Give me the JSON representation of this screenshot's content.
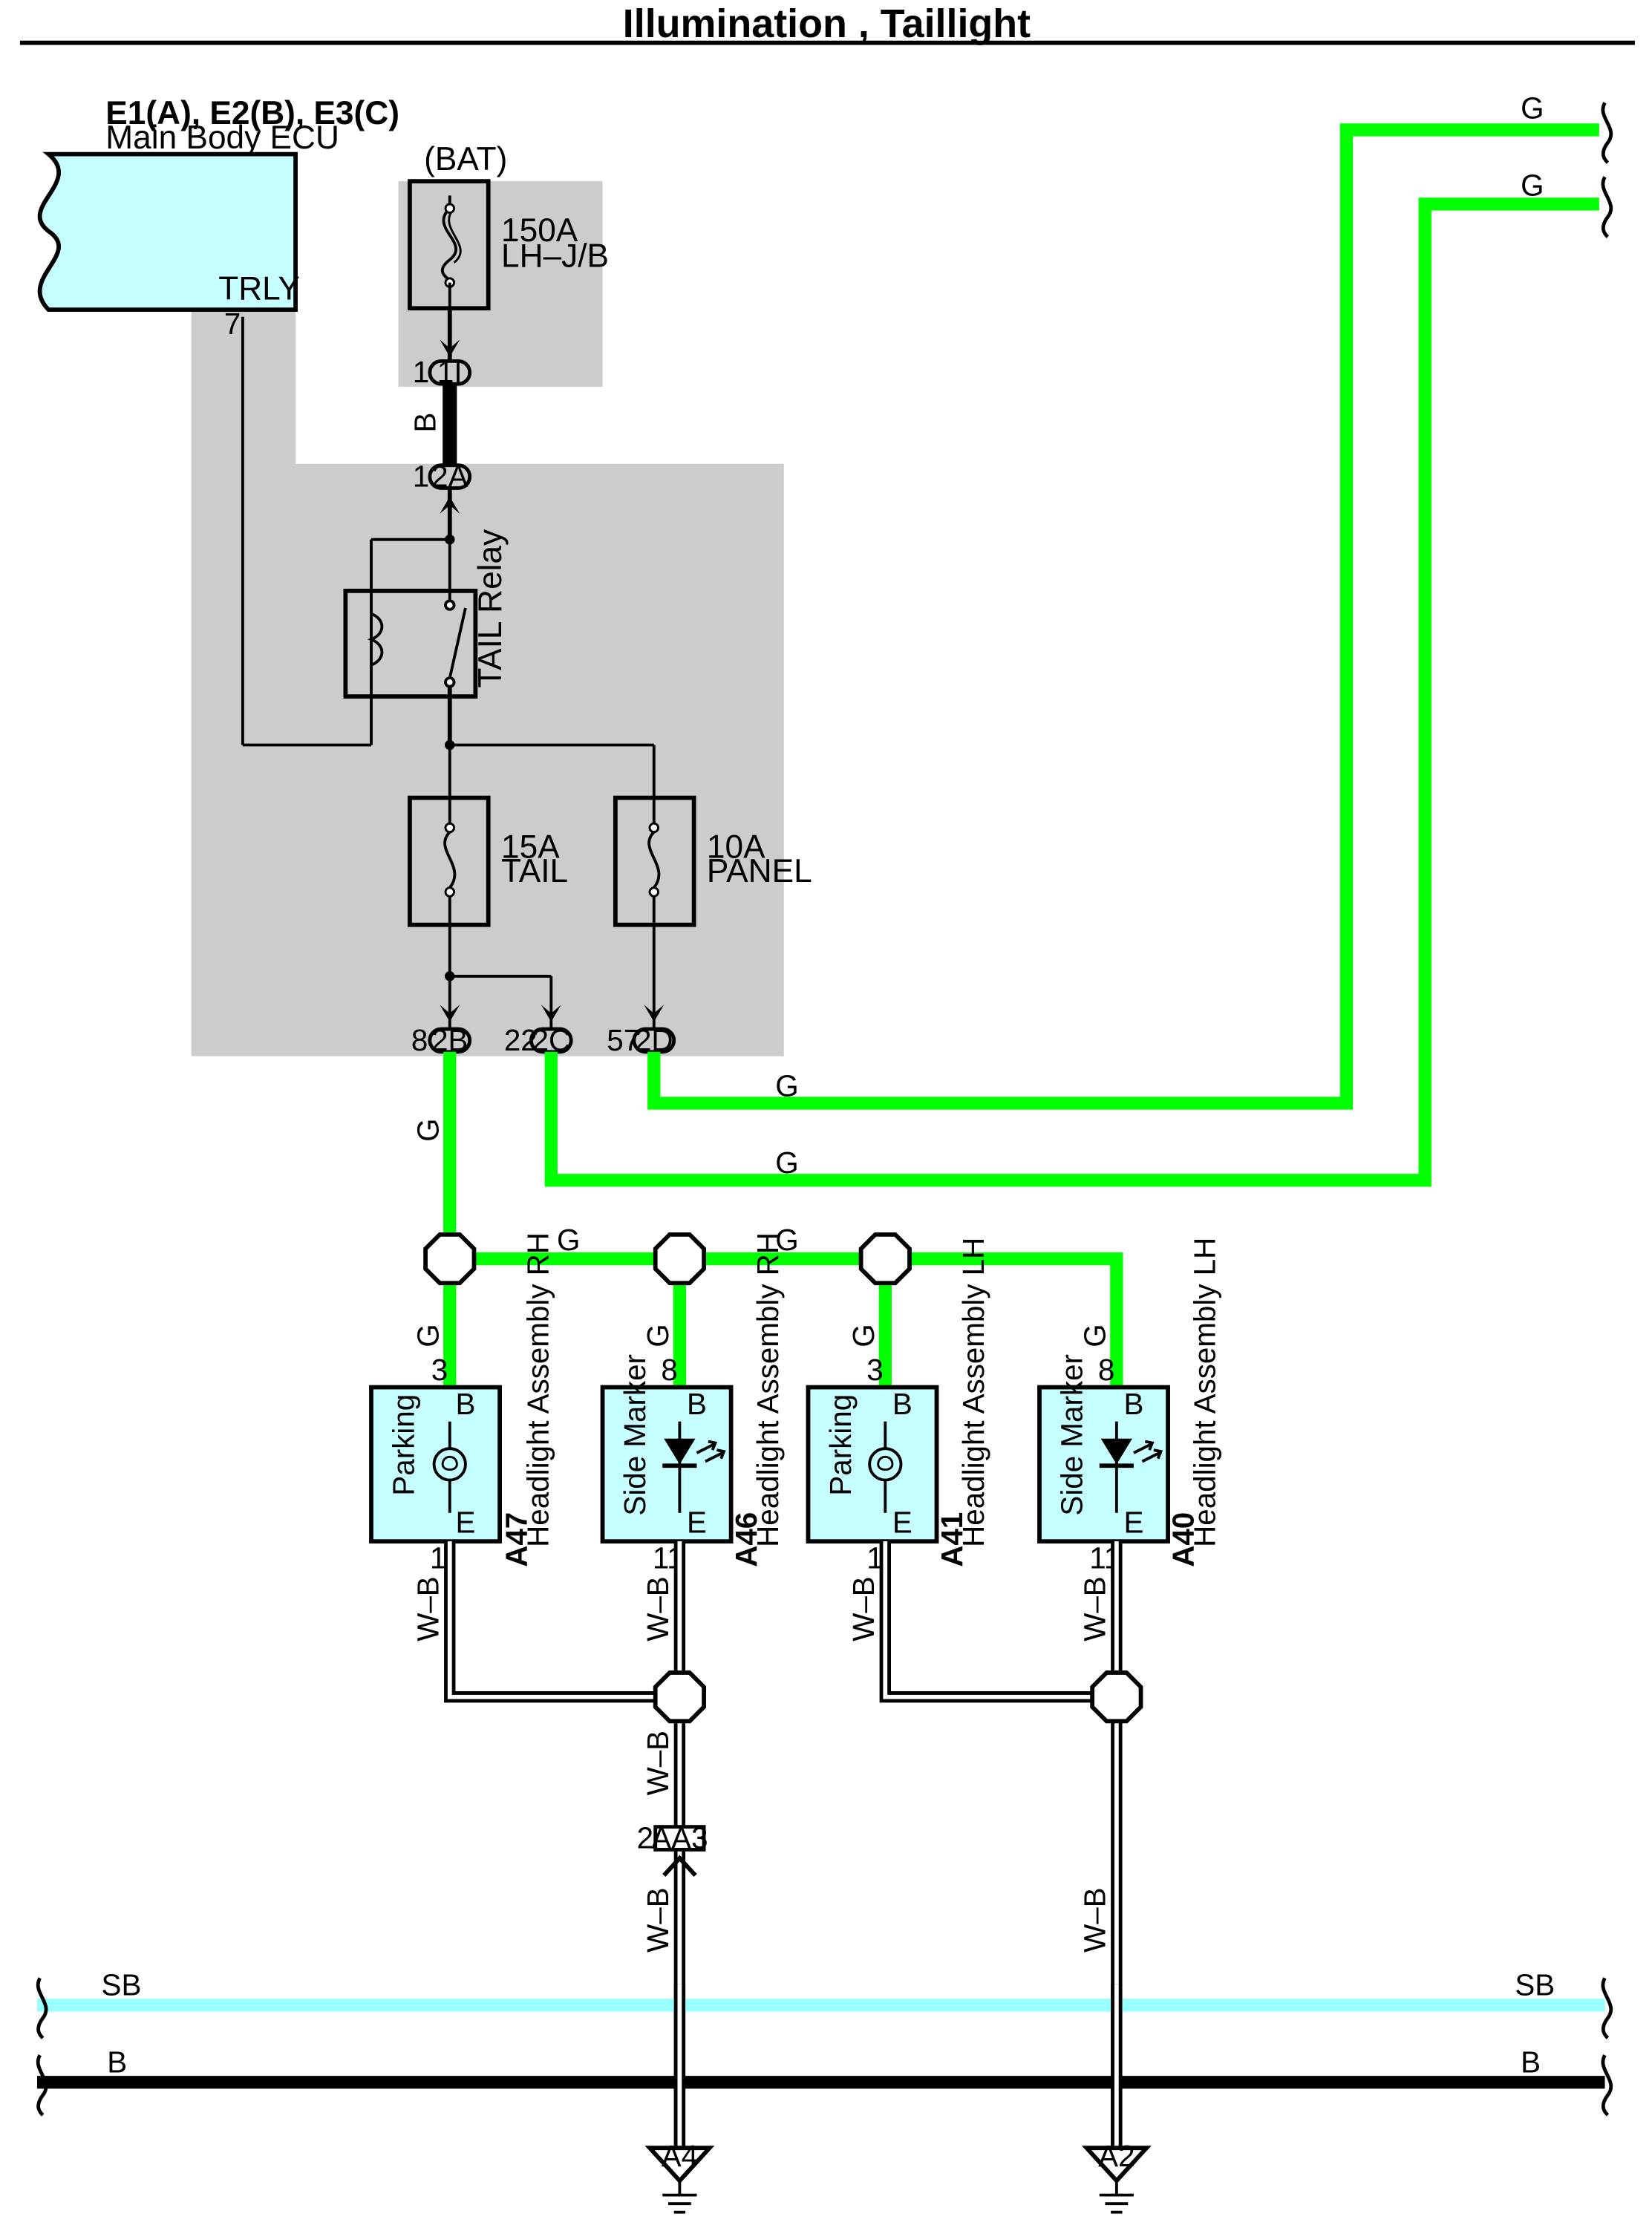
{
  "title": "Illumination , Taillight",
  "ecu": {
    "connectors": "E1(A), E2(B), E3(C)",
    "name": "Main Body ECU",
    "terminal": "TRLY",
    "pin": "7"
  },
  "fuses": {
    "main": {
      "source": "(BAT)",
      "rating": "150A",
      "location": "LH–J/B"
    },
    "tail": {
      "rating": "15A",
      "name": "TAIL"
    },
    "panel": {
      "rating": "10A",
      "name": "PANEL"
    }
  },
  "relay": {
    "name": "TAIL Relay"
  },
  "connectors": {
    "c1I": {
      "pin": "1",
      "id": "1I"
    },
    "c2A": {
      "pin": "1",
      "id": "2A"
    },
    "c2B": {
      "pin": "8",
      "id": "2B"
    },
    "c2C": {
      "pin": "22",
      "id": "2C"
    },
    "c2D": {
      "pin": "57",
      "id": "2D"
    },
    "aa3": {
      "pin": "2",
      "id": "AA3"
    }
  },
  "wires": {
    "bat": "B",
    "g": "G",
    "wb": "W–B",
    "sb": "SB",
    "b": "B"
  },
  "components": [
    {
      "code": "A47",
      "name": "Headlight Assembly RH",
      "function": "Parking",
      "pin_b": "3",
      "pin_e": "1",
      "term_b": "B",
      "term_e": "E"
    },
    {
      "code": "A46",
      "name": "Headlight Assembly RH",
      "function": "Side Marker",
      "pin_b": "8",
      "pin_e": "11",
      "term_b": "B",
      "term_e": "E"
    },
    {
      "code": "A41",
      "name": "Headlight Assembly LH",
      "function": "Parking",
      "pin_b": "3",
      "pin_e": "1",
      "term_b": "B",
      "term_e": "E"
    },
    {
      "code": "A40",
      "name": "Headlight Assembly LH",
      "function": "Side Marker",
      "pin_b": "8",
      "pin_e": "11",
      "term_b": "B",
      "term_e": "E"
    }
  ],
  "grounds": [
    "A4",
    "A2"
  ],
  "colors": {
    "green_wire": "#00ff00",
    "sb_wire": "#99ffff",
    "component_fill": "#c6ffff",
    "junction_box": "#cccccc"
  }
}
